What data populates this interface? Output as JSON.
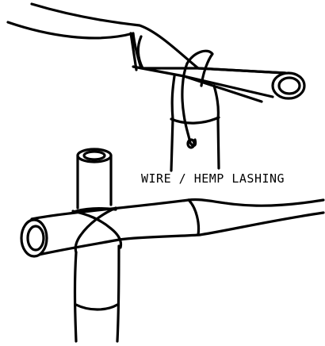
{
  "diagram": {
    "label": "WIRE / HEMP LASHING",
    "parts": {
      "upper_joint": "bamboo-tee-joint-upper",
      "lower_joint": "bamboo-cross-joint-lower"
    }
  }
}
